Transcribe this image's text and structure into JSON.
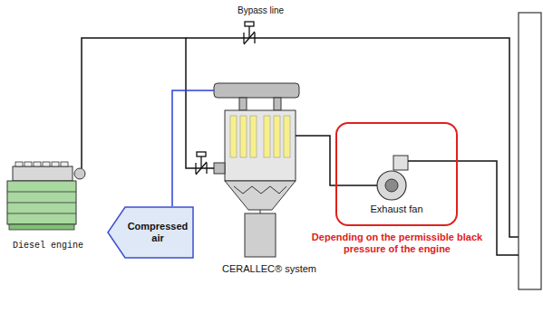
{
  "diagram": {
    "nodes": [
      {
        "text": [
          "Diesel engine"
        ]
      },
      {
        "text": [
          "CERALLEC® system"
        ]
      },
      {
        "text": [
          "Compressed air"
        ]
      },
      {
        "text": [
          "Exhaust fan"
        ]
      }
    ],
    "edges": [
      {
        "from": 0,
        "to": 1,
        "arrow": "none"
      },
      {
        "from": 2,
        "to": 1,
        "arrow": "none"
      },
      {
        "from": 1,
        "to": 3,
        "arrow": "none"
      }
    ],
    "labels": [
      "Bypass line",
      "Depending on the permissible black pressure of the engine"
    ]
  }
}
